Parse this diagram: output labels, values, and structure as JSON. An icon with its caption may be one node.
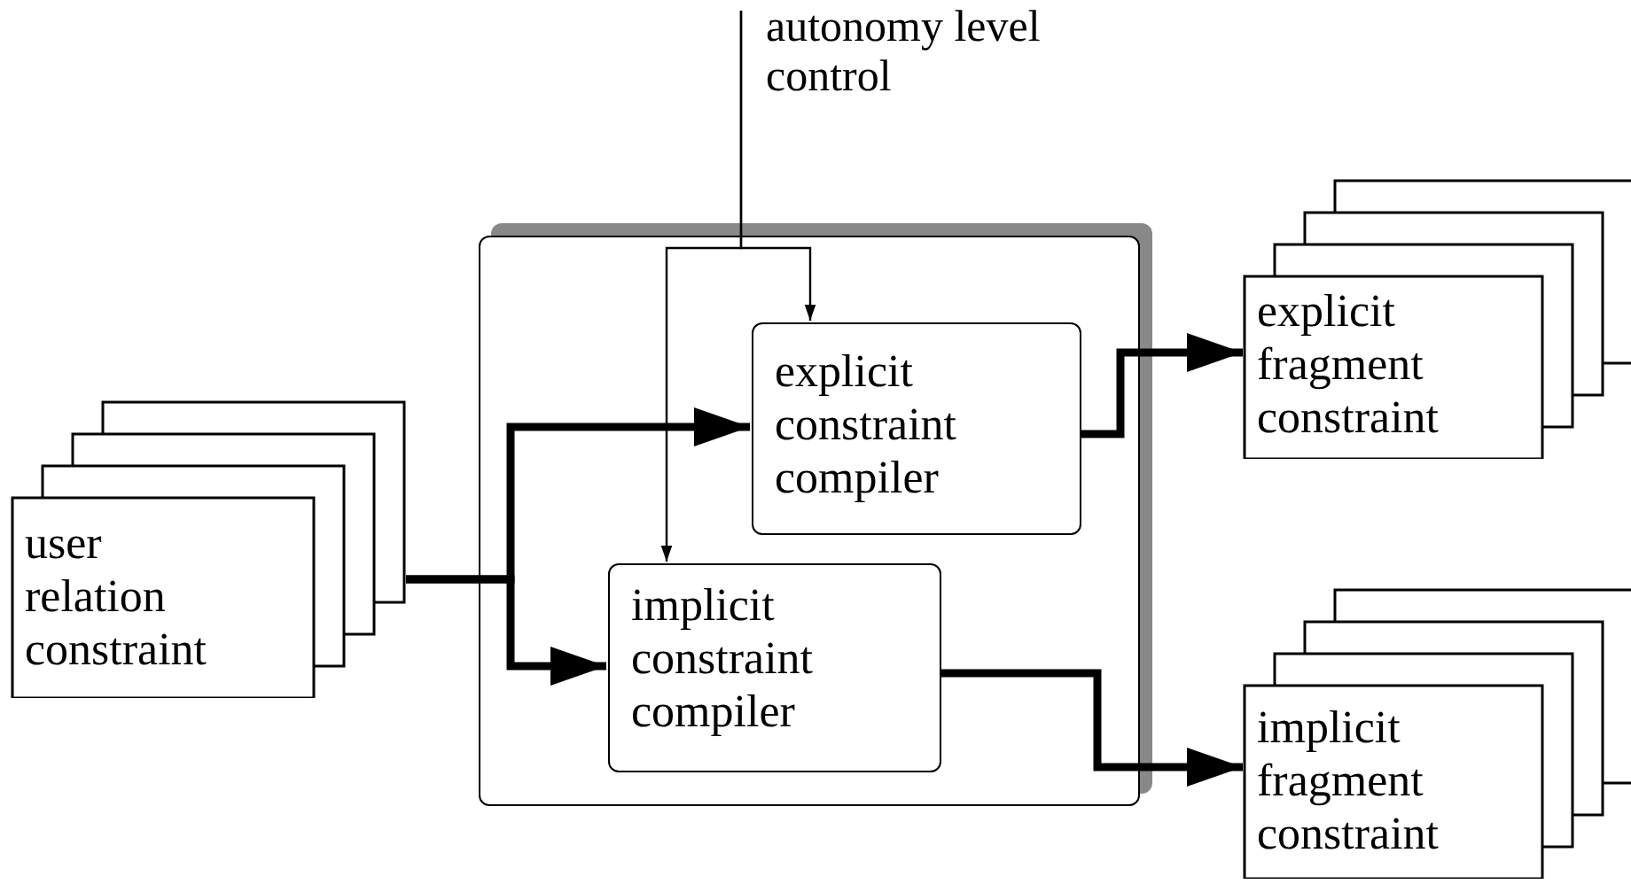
{
  "diagram": {
    "nodes": [
      {
        "text": [
          "autonomy level control"
        ]
      },
      {
        "text": [
          "user relation constraint"
        ]
      },
      {
        "text": [],
        "shape": "box"
      },
      {
        "text": [
          "explicit constraint compiler"
        ],
        "in": 2
      },
      {
        "text": [
          "implicit constraint compiler"
        ],
        "in": 2
      },
      {
        "text": [
          "explicit fragment constraint"
        ]
      },
      {
        "text": [
          "implicit fragment constraint"
        ]
      }
    ],
    "edges": [
      {
        "from": 1,
        "to": 3,
        "arrow": "to"
      },
      {
        "from": 1,
        "to": 4,
        "arrow": "to"
      },
      {
        "from": 0,
        "to": 3,
        "arrow": "to"
      },
      {
        "from": 0,
        "to": 4,
        "arrow": "to"
      },
      {
        "from": 3,
        "to": 5,
        "arrow": "to"
      },
      {
        "from": 4,
        "to": 6,
        "arrow": "to"
      }
    ]
  }
}
